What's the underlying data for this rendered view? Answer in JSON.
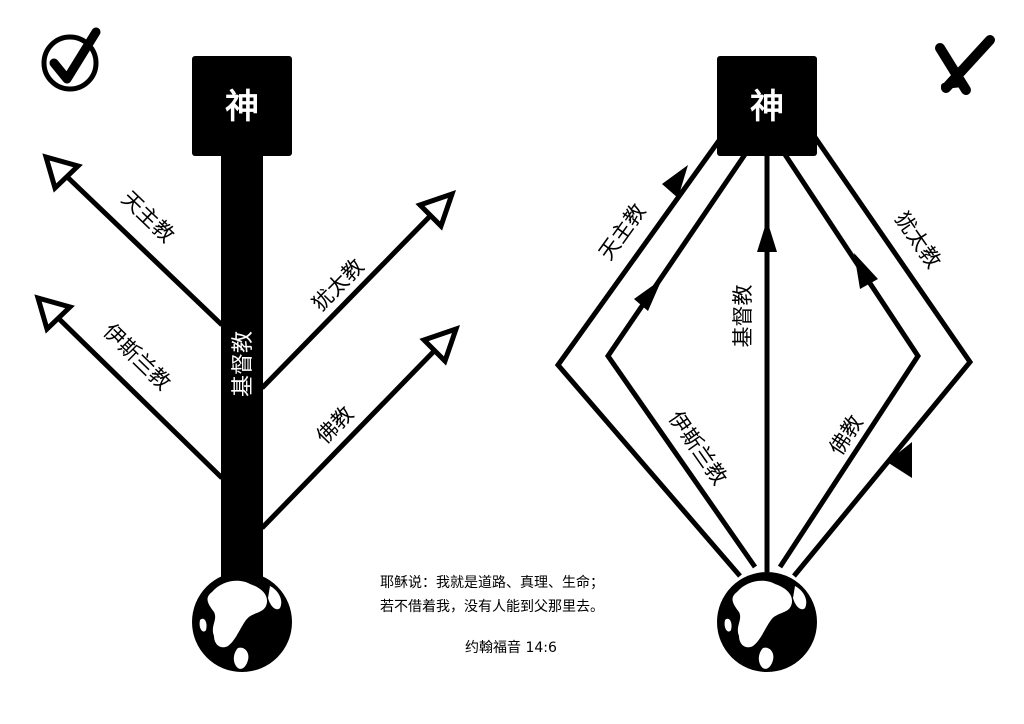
{
  "left": {
    "mark": "check-mark",
    "god": "神",
    "trunk": "基督教",
    "branches": {
      "catholic": "天主教",
      "islam": "伊斯兰教",
      "judaism": "犹太教",
      "buddhism": "佛教"
    }
  },
  "right": {
    "mark": "cross-mark",
    "god": "神",
    "paths": {
      "catholic": "天主教",
      "islam": "伊斯兰教",
      "christianity": "基督教",
      "buddhism": "佛教",
      "judaism": "犹太教"
    }
  },
  "verse": {
    "line1": "耶稣说：我就是道路、真理、生命；",
    "line2": "若不借着我，没有人能到父那里去。",
    "reference": "约翰福音 14:6"
  },
  "colors": {
    "ink": "#000000",
    "paper": "#ffffff"
  }
}
